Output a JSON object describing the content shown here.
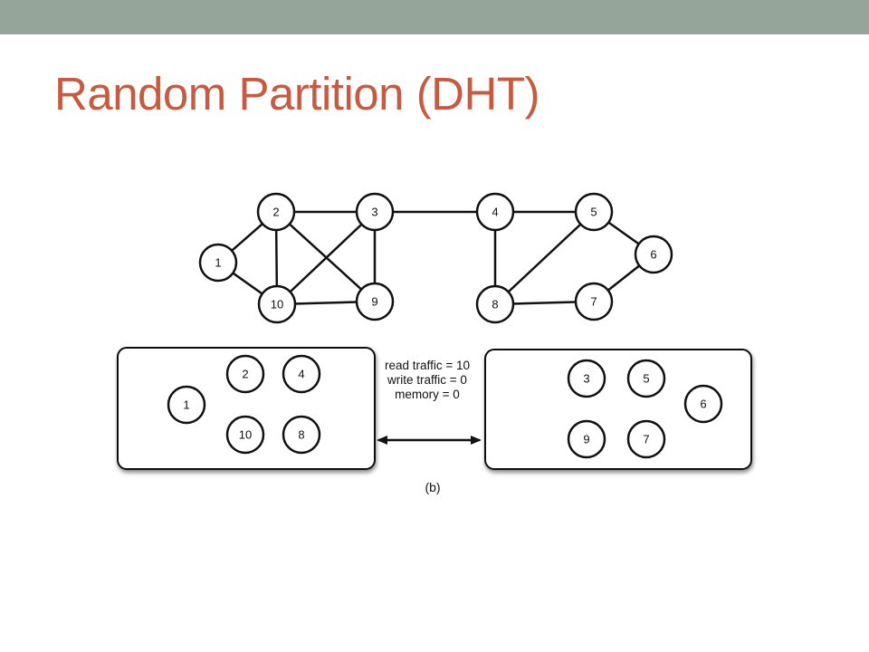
{
  "slide": {
    "title": "Random Partition (DHT)",
    "colors": {
      "top_bar": "#95a59a",
      "title": "#c75b41",
      "stroke": "#111111"
    }
  },
  "graph": {
    "nodes": [
      "1",
      "2",
      "3",
      "4",
      "5",
      "6",
      "7",
      "8",
      "9",
      "10"
    ],
    "edges": [
      [
        "1",
        "2"
      ],
      [
        "1",
        "10"
      ],
      [
        "2",
        "3"
      ],
      [
        "2",
        "10"
      ],
      [
        "2",
        "9"
      ],
      [
        "3",
        "10"
      ],
      [
        "3",
        "9"
      ],
      [
        "10",
        "9"
      ],
      [
        "3",
        "4"
      ],
      [
        "4",
        "5"
      ],
      [
        "4",
        "8"
      ],
      [
        "5",
        "8"
      ],
      [
        "5",
        "6"
      ],
      [
        "6",
        "7"
      ],
      [
        "8",
        "7"
      ]
    ]
  },
  "partitions": {
    "left": {
      "nodes": [
        "2",
        "4",
        "1",
        "10",
        "8"
      ]
    },
    "right": {
      "nodes": [
        "3",
        "5",
        "6",
        "9",
        "7"
      ]
    }
  },
  "stats": {
    "read": "read traffic = 10",
    "write": "write traffic = 0",
    "memory": "memory = 0"
  },
  "caption": "(b)"
}
